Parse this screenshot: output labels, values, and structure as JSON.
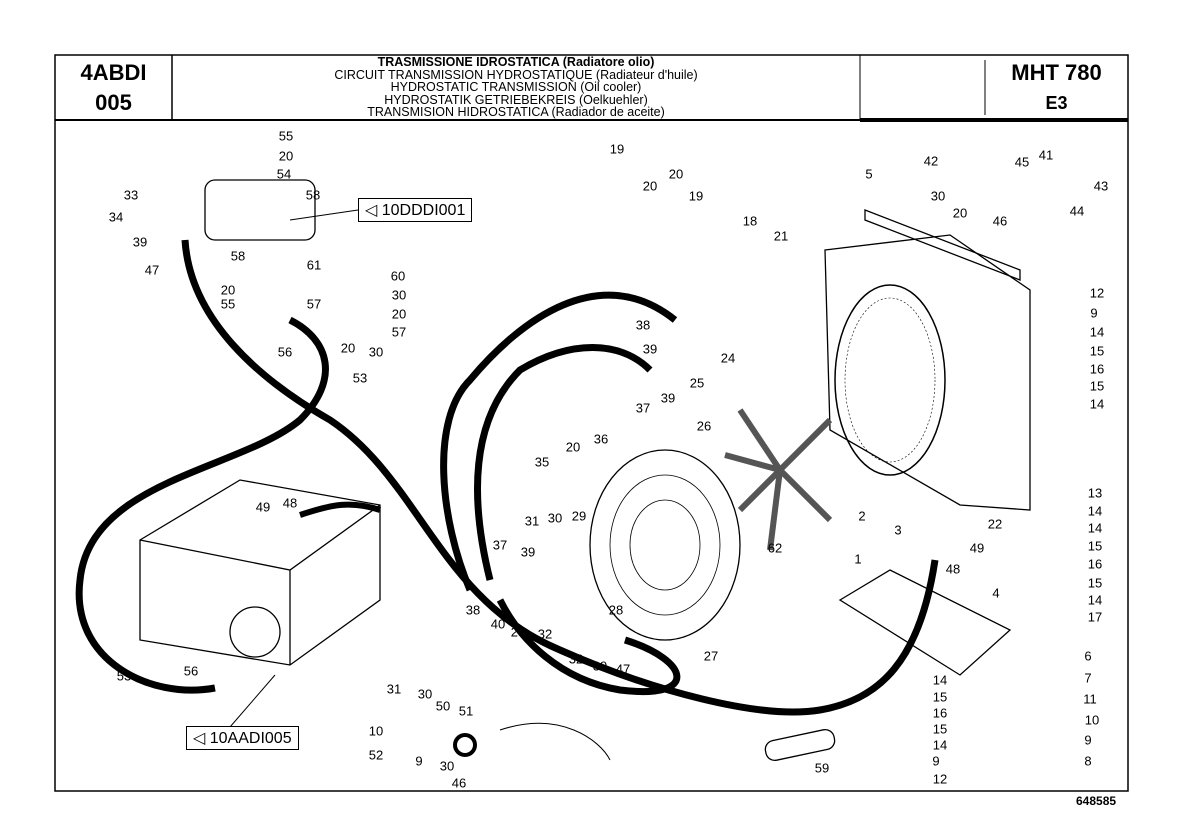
{
  "header": {
    "section_code": "4ABDI",
    "section_number": "005",
    "titles": [
      "TRASMISSIONE IDROSTATICA (Radiatore olio)",
      "CIRCUIT TRANSMISSION HYDROSTATIQUE (Radiateur d'huile)",
      "HYDROSTATIC TRANSMISSION (Oil cooler)",
      "HYDROSTATIK GETRIEBEKREIS (Oelkuehler)",
      "TRANSMISION HIDROSTATICA (Radiador de aceite)"
    ],
    "model": "MHT 780",
    "variant": "E3"
  },
  "references": [
    "10DDDI001",
    "10AADI005"
  ],
  "callouts": [
    "55",
    "20",
    "54",
    "58",
    "33",
    "34",
    "39",
    "47",
    "58",
    "61",
    "60",
    "20",
    "55",
    "57",
    "30",
    "20",
    "57",
    "56",
    "20",
    "30",
    "53",
    "19",
    "20",
    "20",
    "19",
    "18",
    "21",
    "5",
    "42",
    "45",
    "41",
    "43",
    "30",
    "20",
    "46",
    "44",
    "12",
    "9",
    "14",
    "15",
    "16",
    "15",
    "14",
    "38",
    "39",
    "24",
    "25",
    "37",
    "39",
    "26",
    "20",
    "36",
    "35",
    "31",
    "30",
    "29",
    "37",
    "39",
    "38",
    "40",
    "23",
    "32",
    "28",
    "32",
    "39",
    "47",
    "27",
    "62",
    "2",
    "3",
    "1",
    "22",
    "49",
    "48",
    "13",
    "14",
    "14",
    "15",
    "16",
    "15",
    "14",
    "17",
    "4",
    "6",
    "7",
    "11",
    "10",
    "9",
    "8",
    "14",
    "15",
    "16",
    "15",
    "14",
    "9",
    "12",
    "59",
    "49",
    "48",
    "53",
    "56",
    "31",
    "30",
    "50",
    "51",
    "10",
    "52",
    "9",
    "30",
    "46"
  ],
  "footer": {
    "drawing_number": "648585"
  }
}
